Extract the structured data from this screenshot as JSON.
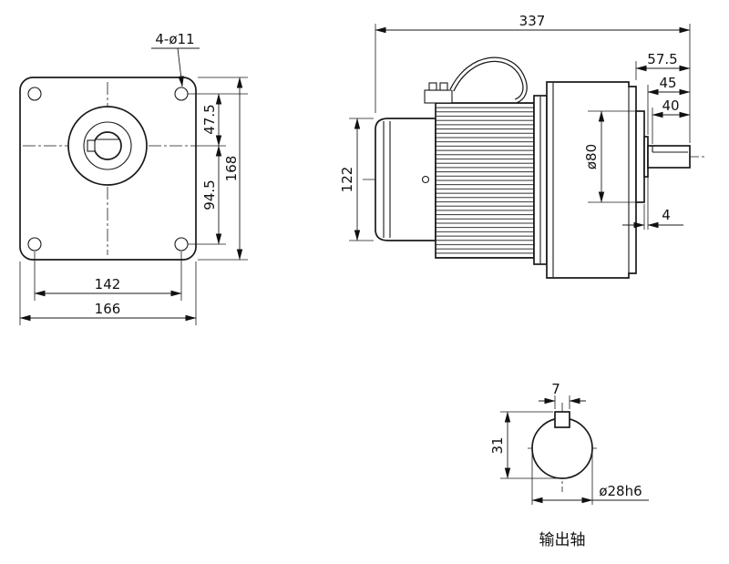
{
  "drawing": {
    "front_view": {
      "bolt_note": "4-ø11",
      "dim_top": "47.5",
      "dim_bottom": "94.5",
      "dim_height": "168",
      "dim_bolt_span": "142",
      "dim_width": "166"
    },
    "side_view": {
      "dim_length": "337",
      "dim_face_to_tip": "57.5",
      "dim_shaft_len": "45",
      "dim_key_len": "40",
      "dim_boss_dia": "ø80",
      "dim_body_dia": "122",
      "dim_step": "4"
    },
    "shaft_section": {
      "dim_key_width": "7",
      "dim_height": "31",
      "dim_dia": "ø28h6",
      "caption": "输出轴"
    }
  }
}
